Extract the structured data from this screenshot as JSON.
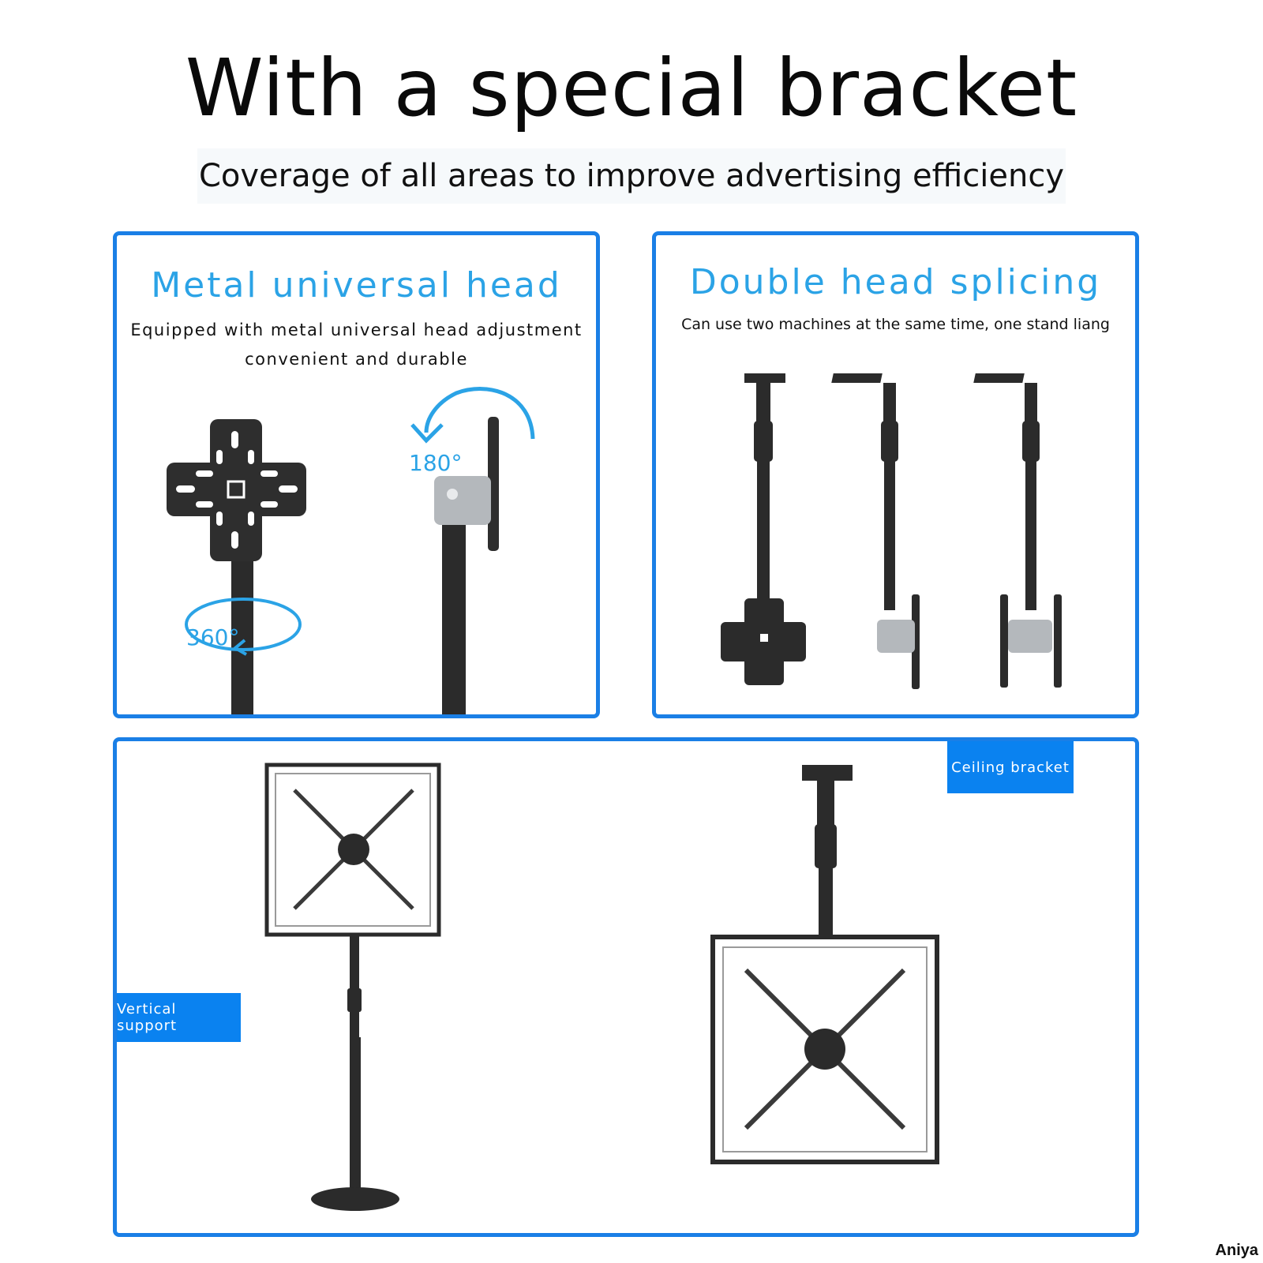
{
  "header": {
    "title": "With a special bracket",
    "subtitle": "Coverage of all areas to improve advertising efficiency"
  },
  "panel_left": {
    "title": "Metal universal head",
    "description_line1": "Equipped with metal universal head adjustment",
    "description_line2": "convenient and durable",
    "rotation_360_label": "360°",
    "rotation_180_label": "180°"
  },
  "panel_right": {
    "title": "Double head splicing",
    "description": "Can use two machines at the same time, one stand liang"
  },
  "panel_bottom": {
    "vertical_tag": "Vertical support",
    "ceiling_tag": "Ceiling bracket"
  },
  "watermark": "Aniya",
  "colors": {
    "accent_blue": "#1a7fe6",
    "title_blue": "#2ba3e6",
    "tag_blue": "#0a82f0",
    "metal_dark": "#2b2b2b",
    "hinge_gray": "#b4b8bc"
  }
}
